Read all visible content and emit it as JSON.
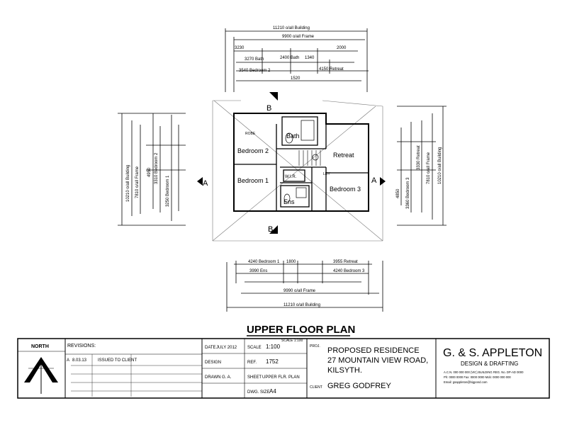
{
  "drawing": {
    "title": "UPPER FLOOR PLAN",
    "scale_note": "SCALE 1:100",
    "section_a": "A",
    "section_b": "B"
  },
  "rooms": {
    "bedroom2": "Bedroom 2",
    "bedroom1": "Bedroom 1",
    "bedroom3": "Bedroom 3",
    "retreat": "Retreat",
    "bath": "Bath",
    "ens": "Ens",
    "wir": "W.I.R.",
    "robe": "ROBE",
    "ldy": "LDY"
  },
  "dimensions": {
    "top_overall": "11210 o/all Building",
    "top_width": "9900 o/all Frame",
    "top_r1": "3270 Bath",
    "top_r2": "2400 Bath",
    "top_r3": "1340",
    "top_r4": "3540 Bedroom 2",
    "top_r5": "4150 Retreat",
    "top_r6": "1520",
    "top_left1": "3230",
    "top_right1": "2000",
    "bot_overall": "11210 o/all Building",
    "bot_width": "9990 o/all Frame",
    "bot_r1": "4240 Bedroom 1",
    "bot_r2": "3990 Ens",
    "bot_r3": "1800",
    "bot_r4": "3955 Retreat",
    "bot_r5": "4240 Bedroom 3",
    "left_overall": "10210 o/all Building",
    "left_frame": "7810 o/all Frame",
    "left_bed2": "3310 Bedroom 2",
    "left_bed1": "3250 Bedroom 1",
    "left_a": "4950",
    "right_overall": "10210 o/all Building",
    "right_frame": "7810 o/all Frame",
    "right_retreat": "3330 Retreat",
    "right_bed3": "3360 Bedroom 3",
    "right_a": "4850"
  },
  "title_block": {
    "north": "NORTH",
    "revisions_label": "REVISIONS:",
    "rev_a": "A",
    "rev_date": "8.03.13",
    "rev_desc": "ISSUED TO CLIENT",
    "date_label": "DATE",
    "date_value": "JULY 2012",
    "scale_label": "SCALE",
    "scale_value": "1:100",
    "design_label": "DESIGN",
    "ref_label": "REF.",
    "ref_value": "1752",
    "drawn_label": "DRAWN",
    "drawn_value": "G. A.",
    "sheet_label": "SHEET",
    "sheet_value": "UPPER FLR. PLAN",
    "size_label": "DWG. SIZE",
    "size_value": "A4",
    "project_label": "PROJ.",
    "project_title": "PROPOSED RESIDENCE",
    "address1": "27 MOUNTAIN VIEW ROAD,",
    "address2": "KILSYTH.",
    "client_label": "CLIENT",
    "client_name": "GREG GODFREY",
    "firm_name": "G. & S. APPLETON",
    "firm_sub": "DESIGN & DRAFTING",
    "firm_line1": "A.C.N. 000 000 000 (VIC) BUILDING REG. No. DP-AD 0000",
    "firm_line2": "Ph: 0000 0000   Fax: 0000 0000   Mob: 0000 000 000",
    "firm_line3": "Email: gsappleton@bigpond.com"
  }
}
